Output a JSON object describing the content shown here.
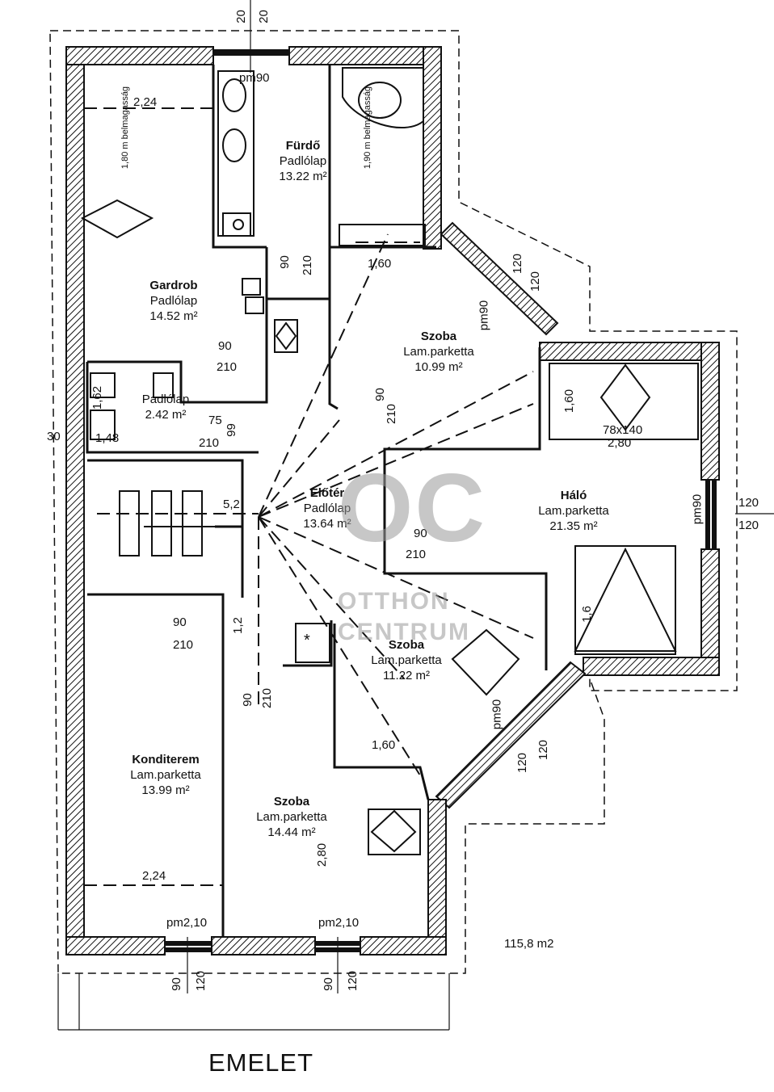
{
  "title": "EMELET",
  "total_area": "115,8 m2",
  "watermark": {
    "logo": "OC",
    "line1": "OTTHON",
    "line2": "CENTRUM"
  },
  "rooms": [
    {
      "name": "Fürdő",
      "floor": "Padlólap",
      "area": "13.22 m²"
    },
    {
      "name": "Gardrob",
      "floor": "Padlólap",
      "area": "14.52 m²"
    },
    {
      "name": "Szoba",
      "floor": "Lam.parketta",
      "area": "10.99 m²"
    },
    {
      "name": "",
      "floor": "Padlólap",
      "area": "2.42 m²"
    },
    {
      "name": "Előtér",
      "floor": "Padlólap",
      "area": "13.64 m²"
    },
    {
      "name": "Háló",
      "floor": "Lam.parketta",
      "area": "21.35 m²"
    },
    {
      "name": "Szoba",
      "floor": "Lam.parketta",
      "area": "11.22 m²"
    },
    {
      "name": "Konditerem",
      "floor": "Lam.parketta",
      "area": "13.99 m²"
    },
    {
      "name": "Szoba",
      "floor": "Lam.parketta",
      "area": "14.44 m²"
    }
  ],
  "dimensions": {
    "top_a": "20",
    "top_b": "20",
    "pm90_top": "pm90",
    "d224_top": "2,24",
    "d90_a": "90",
    "d210_a": "210",
    "d90_gard": "90",
    "d210_gard": "210",
    "d160_a": "1,60",
    "pm90_mid": "pm90",
    "d120_a": "120",
    "d120_b": "120",
    "d90_mid": "90",
    "d210_mid": "210",
    "d160_hal": "1,60",
    "d78x140": "78x140",
    "d280_hal": "2,80",
    "pm90_right": "pm90",
    "d120_r1": "120",
    "d120_r2": "120",
    "d30": "30",
    "d148": "1,48",
    "d75": "75",
    "d210_wc": "210",
    "d99": "99",
    "d90_hal": "90",
    "d210_hal": "210",
    "d52": "5,2",
    "d12": "1,2",
    "d90_kond": "90",
    "d210_kond": "210",
    "d90_sz": "90",
    "d210_sz": "210",
    "d160_b": "1,60",
    "pm90_low": "pm90",
    "d120_c": "120",
    "d120_d": "120",
    "d224_bot": "2,24",
    "pm210_a": "pm2,10",
    "pm210_b": "pm2,10",
    "d280_v": "2,80",
    "d16": "1,6",
    "bot_90a": "90",
    "bot_120a": "120",
    "bot_90b": "90",
    "bot_120b": "120",
    "d160_c": "1,62"
  },
  "notes": {
    "beepitett1": "1,80 m belmagasság",
    "beepitett2": "1,90 m belmagasság",
    "star": "*"
  }
}
